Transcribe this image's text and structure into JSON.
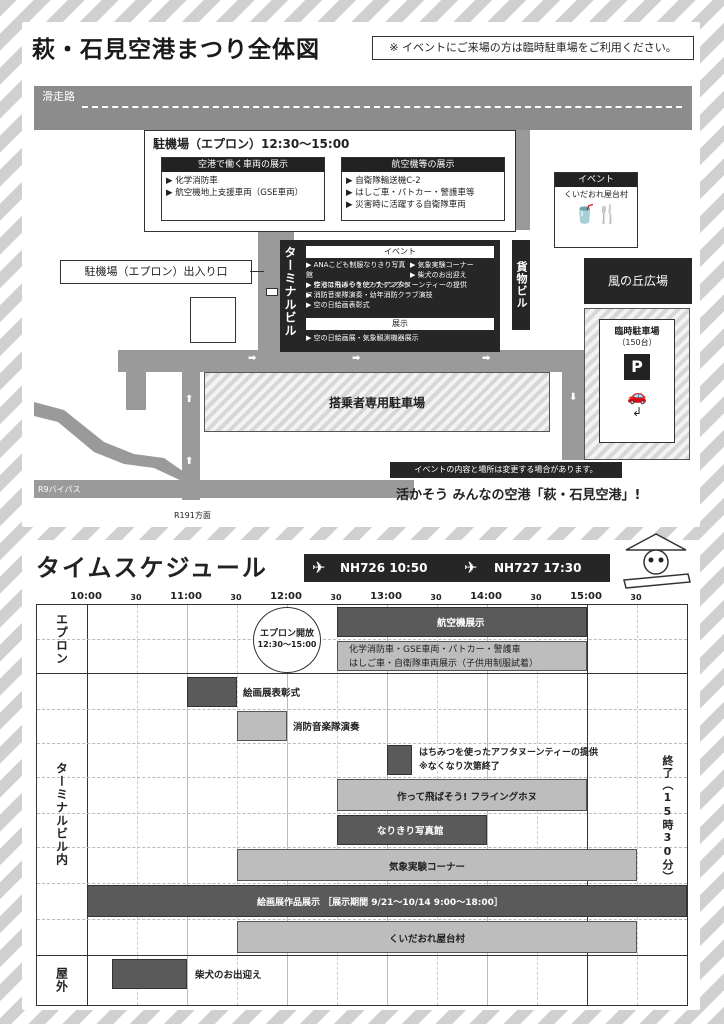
{
  "map": {
    "title": "萩・石見空港まつり全体図",
    "notice": "※ イベントにご来場の方は臨時駐車場をご利用ください。",
    "runway": "滑走路",
    "apron": {
      "title": "駐機場（エプロン）12:30～15:00",
      "vehicles_head": "空港で働く車両の展示",
      "vehicles": [
        "▶ 化学消防車",
        "▶ 航空機地上支援車両（GSE車両）"
      ],
      "aircraft_head": "航空機等の展示",
      "aircraft": [
        "▶ 自衛隊輸送機C-2",
        "▶ はしご車・パトカー・警護車等",
        "▶ 災害時に活躍する自衛隊車両"
      ]
    },
    "apron_gate": "駐機場（エプロン）出入り口",
    "terminal": "ターミナルビル",
    "terminal_event_head": "イベント",
    "terminal_events": [
      "▶ ANAこども制服なりきり写真館",
      "▶ 気象実験コーナー",
      "▶ 作って飛ばそう! フライングホヌ",
      "▶ 柴犬のお出迎え",
      "▶ 空港はちみつを使ったアフタヌーンティーの提供",
      "▶ 消防音楽隊演奏・幼年消防クラブ演技",
      "▶ 空の日絵画表彰式"
    ],
    "terminal_display_head": "展示",
    "terminal_displays": [
      "▶ 空の日絵画展・気象観測機器展示"
    ],
    "cargo": "貨物ビル",
    "event_head": "イベント",
    "event_food": "くいだおれ屋台村",
    "kaze": "風の丘広場",
    "temp_parking": "臨時駐車場",
    "temp_parking_cap": "（150台）",
    "parking_letter": "P",
    "passenger_parking": "搭乗者専用駐車場",
    "bypass": "R9バイパス",
    "r191": "R191方面",
    "change_notice": "イベントの内容と場所は変更する場合があります。",
    "slogan": "活かそう みんなの空港「萩・石見空港」!"
  },
  "schedule": {
    "title": "タイムスケジュール",
    "flight1": "NH726 10:50",
    "flight2": "NH727 17:30",
    "times": [
      "10:00",
      "30",
      "11:00",
      "30",
      "12:00",
      "30",
      "13:00",
      "30",
      "14:00",
      "30",
      "15:00",
      "30"
    ],
    "cat_apron": "エプロン",
    "cat_terminal": "ターミナルビル内",
    "cat_outdoor": "屋外",
    "apron_open": "エプロン開放",
    "apron_open_time": "12:30～15:00",
    "ev_aircraft": "航空機展示",
    "ev_vehicles1": "化学消防車・GSE車両・パトカー・警護車",
    "ev_vehicles2": "はしご車・自衛隊車両展示（子供用制服試着）",
    "ev_award": "絵画展表彰式",
    "ev_band": "消防音楽隊演奏",
    "ev_tea1": "はちみつを使ったアフタヌーンティーの提供",
    "ev_tea2": "※なくなり次第終了",
    "ev_honu": "作って飛ばそう! フライングホヌ",
    "ev_photo": "なりきり写真館",
    "ev_weather": "気象実験コーナー",
    "ev_exhibit": "絵画展作品展示 ［展示期間 9/21～10/14 9:00～18:00］",
    "ev_food": "くいだおれ屋台村",
    "ev_dog": "柴犬のお出迎え",
    "end": "終了（15時30分）"
  }
}
